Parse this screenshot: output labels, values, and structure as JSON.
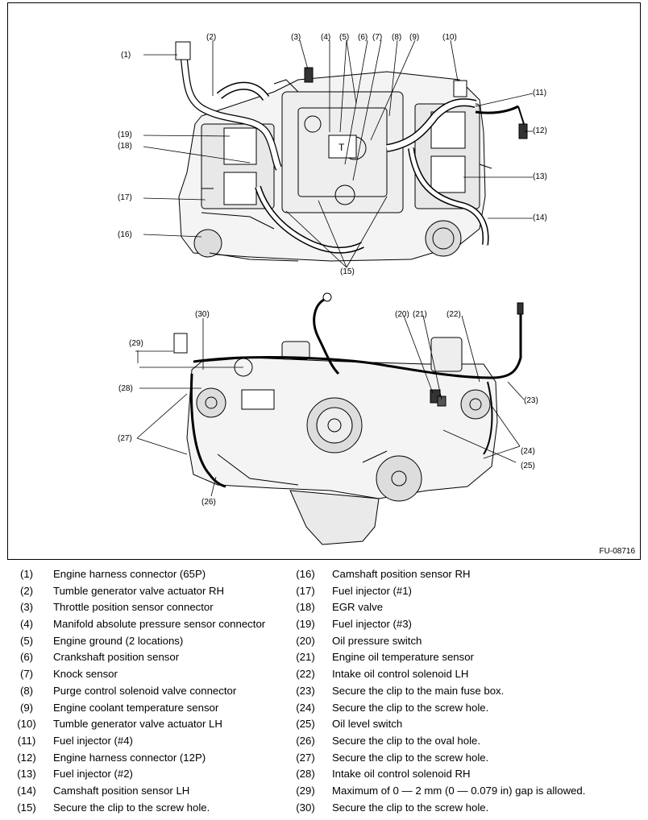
{
  "figure": {
    "id_label": "FU-08716",
    "box_label": "T",
    "callouts": {
      "c1": "(1)",
      "c2": "(2)",
      "c3": "(3)",
      "c4": "(4)",
      "c5": "(5)",
      "c6": "(6)",
      "c7": "(7)",
      "c8": "(8)",
      "c9": "(9)",
      "c10": "(10)",
      "c11": "(11)",
      "c12": "(12)",
      "c13": "(13)",
      "c14": "(14)",
      "c15": "(15)",
      "c16": "(16)",
      "c17": "(17)",
      "c18": "(18)",
      "c19": "(19)",
      "c20": "(20)",
      "c21": "(21)",
      "c22": "(22)",
      "c23": "(23)",
      "c24": "(24)",
      "c25": "(25)",
      "c26": "(26)",
      "c27": "(27)",
      "c28": "(28)",
      "c29": "(29)",
      "c30": "(30)"
    }
  },
  "legend": {
    "left": [
      {
        "num": "(1)",
        "text": "Engine harness connector (65P)"
      },
      {
        "num": "(2)",
        "text": "Tumble generator valve actuator RH"
      },
      {
        "num": "(3)",
        "text": "Throttle position sensor connector"
      },
      {
        "num": "(4)",
        "text": "Manifold absolute pressure sensor connector"
      },
      {
        "num": "(5)",
        "text": "Engine ground (2 locations)"
      },
      {
        "num": "(6)",
        "text": "Crankshaft position sensor"
      },
      {
        "num": "(7)",
        "text": "Knock sensor"
      },
      {
        "num": "(8)",
        "text": "Purge control solenoid valve connector"
      },
      {
        "num": "(9)",
        "text": "Engine coolant temperature sensor"
      },
      {
        "num": "(10)",
        "text": "Tumble generator valve actuator LH"
      },
      {
        "num": "(11)",
        "text": "Fuel injector (#4)"
      },
      {
        "num": "(12)",
        "text": "Engine harness connector (12P)"
      },
      {
        "num": "(13)",
        "text": "Fuel injector (#2)"
      },
      {
        "num": "(14)",
        "text": "Camshaft position sensor LH"
      },
      {
        "num": "(15)",
        "text": "Secure the clip to the screw hole."
      }
    ],
    "right": [
      {
        "num": "(16)",
        "text": "Camshaft position sensor RH"
      },
      {
        "num": "(17)",
        "text": "Fuel injector (#1)"
      },
      {
        "num": "(18)",
        "text": "EGR valve"
      },
      {
        "num": "(19)",
        "text": "Fuel injector (#3)"
      },
      {
        "num": "(20)",
        "text": "Oil pressure switch"
      },
      {
        "num": "(21)",
        "text": "Engine oil temperature sensor"
      },
      {
        "num": "(22)",
        "text": "Intake oil control solenoid LH"
      },
      {
        "num": "(23)",
        "text": "Secure the clip to the main fuse box."
      },
      {
        "num": "(24)",
        "text": "Secure the clip to the screw hole."
      },
      {
        "num": "(25)",
        "text": "Oil level switch"
      },
      {
        "num": "(26)",
        "text": "Secure the clip to the oval hole."
      },
      {
        "num": "(27)",
        "text": "Secure the clip to the screw hole."
      },
      {
        "num": "(28)",
        "text": "Intake oil control solenoid RH"
      },
      {
        "num": "(29)",
        "text": "Maximum of 0 — 2 mm (0 — 0.079 in) gap is allowed."
      },
      {
        "num": "(30)",
        "text": "Secure the clip to the screw hole."
      }
    ]
  }
}
